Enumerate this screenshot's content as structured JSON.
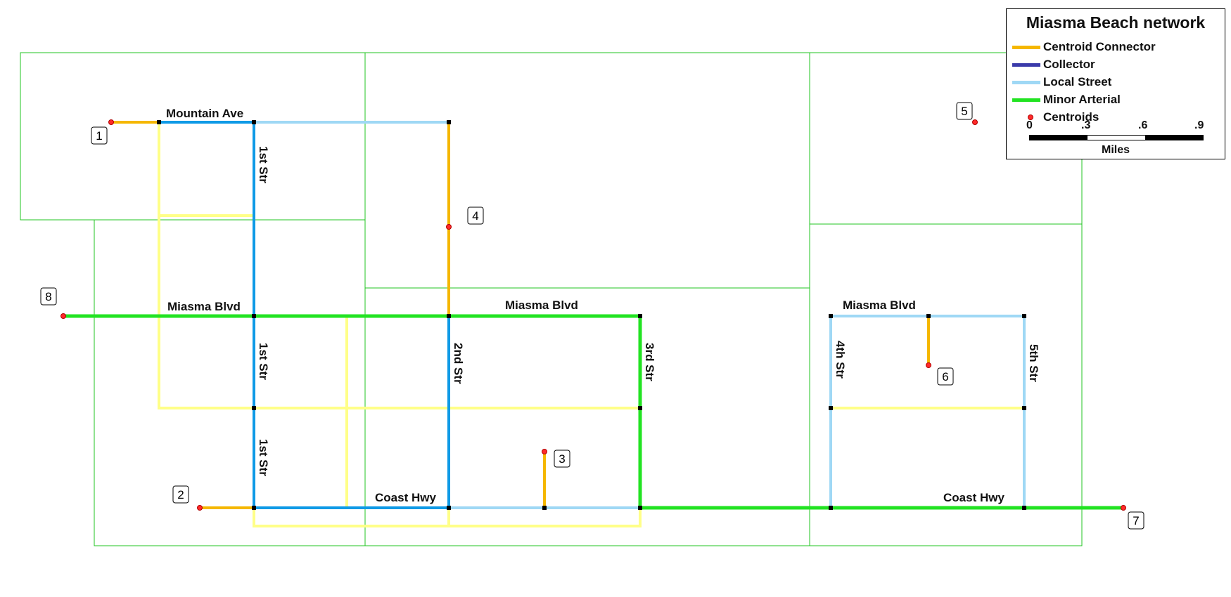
{
  "map": {
    "title": "Miasma Beach network",
    "colors": {
      "centroid_connector": "#f5b700",
      "collector": "#0f9ae6",
      "collector_legend": "#3a3aaa",
      "local_street": "#9fd8f5",
      "minor_arterial": "#22e322",
      "zone_boundary": "#22c422",
      "other_street": "#ffff88",
      "centroid": "#ff2a2a",
      "node": "#000000"
    },
    "street_labels": {
      "mountain_ave": "Mountain Ave",
      "miasma_blvd_west": "Miasma Blvd",
      "miasma_blvd_mid": "Miasma Blvd",
      "miasma_blvd_east": "Miasma Blvd",
      "coast_hwy_mid": "Coast Hwy",
      "coast_hwy_east": "Coast Hwy",
      "first_str_north": "1st Str",
      "first_str_mid": "1st Str",
      "first_str_south": "1st Str",
      "second_str": "2nd Str",
      "third_str": "3rd Str",
      "fourth_str": "4th Str",
      "fifth_str": "5th Str"
    },
    "centroid_labels": [
      "1",
      "2",
      "3",
      "4",
      "5",
      "6",
      "7",
      "8"
    ]
  },
  "legend": {
    "title": "Miasma Beach network",
    "items": [
      {
        "label": "Centroid Connector",
        "icon": "line-swatch"
      },
      {
        "label": "Collector",
        "icon": "line-swatch"
      },
      {
        "label": "Local Street",
        "icon": "line-swatch"
      },
      {
        "label": "Minor Arterial",
        "icon": "line-swatch"
      },
      {
        "label": "Centroids",
        "icon": "point-symbol"
      }
    ],
    "scale": {
      "ticks": [
        "0",
        ".3",
        ".6",
        ".9"
      ],
      "units": "Miles"
    }
  }
}
